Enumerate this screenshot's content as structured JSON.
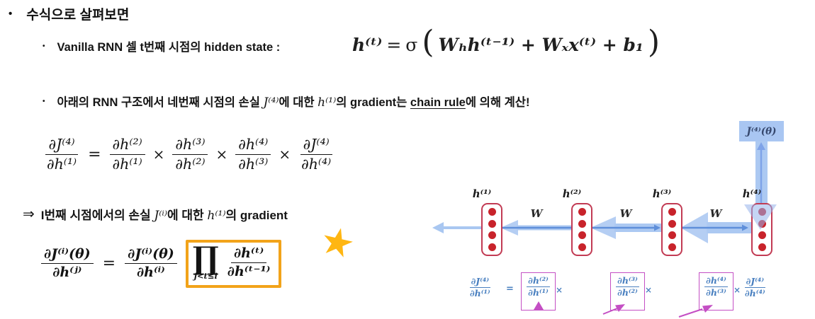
{
  "title": {
    "bullet": "•",
    "text": "수식으로 살펴보면"
  },
  "line1": {
    "bullet": "•",
    "text": "Vanilla RNN 셀 t번째 시점의 hidden state :"
  },
  "hidden_formula": {
    "lhs": "h⁽ᵗ⁾",
    "eq": "=",
    "sigma": "σ",
    "lparen": "(",
    "body": "Wₕh⁽ᵗ⁻¹⁾ + Wₓx⁽ᵗ⁾ + b₁",
    "rparen": ")"
  },
  "line2": {
    "bullet": "•",
    "pre": "아래의 RNN 구조에서 네번째 시점의 손실 ",
    "math_j": "J⁽⁴⁾",
    "mid1": "에 대한 ",
    "math_h": "h⁽¹⁾",
    "mid2": "의 gradient는 ",
    "underline": "chain rule",
    "post": "에 의해 계산!"
  },
  "chain_formula": {
    "lhs": {
      "num": "∂J⁽⁴⁾",
      "den": "∂h⁽¹⁾"
    },
    "eq": "=",
    "times": "×",
    "terms": [
      {
        "num": "∂h⁽²⁾",
        "den": "∂h⁽¹⁾"
      },
      {
        "num": "∂h⁽³⁾",
        "den": "∂h⁽²⁾"
      },
      {
        "num": "∂h⁽⁴⁾",
        "den": "∂h⁽³⁾"
      },
      {
        "num": "∂J⁽⁴⁾",
        "den": "∂h⁽⁴⁾"
      }
    ]
  },
  "line3": {
    "arrow": "⇒",
    "pre": "I번째 시점에서의 손실 ",
    "math_j": "J⁽ⁱ⁾",
    "mid": "에 대한 ",
    "math_h": "h⁽¹⁾",
    "post": "의 gradient"
  },
  "general_formula": {
    "lhs": {
      "num": "∂J⁽ⁱ⁾(θ)",
      "den": "∂h⁽ʲ⁾"
    },
    "eq": "=",
    "rhs": {
      "num": "∂J⁽ⁱ⁾(θ)",
      "den": "∂h⁽ⁱ⁾"
    },
    "product": {
      "symbol": "∏",
      "limits": "j<t≤i",
      "frac": {
        "num": "∂h⁽ᵗ⁾",
        "den": "∂h⁽ᵗ⁻¹⁾"
      }
    },
    "star": "★",
    "highlight_color": "#f2a31a",
    "star_color": "#ffb612"
  },
  "diagram": {
    "loss_label": "J⁽⁴⁾(θ)",
    "node_labels": [
      "h⁽¹⁾",
      "h⁽²⁾",
      "h⁽³⁾",
      "h⁽⁴⁾"
    ],
    "weight_labels": [
      "W",
      "W",
      "W"
    ],
    "grad": {
      "lhs": {
        "num": "∂J⁽⁴⁾",
        "den": "∂h⁽¹⁾"
      },
      "eq": "=",
      "times": "×",
      "boxed": [
        {
          "num": "∂h⁽²⁾",
          "den": "∂h⁽¹⁾"
        },
        {
          "num": "∂h⁽³⁾",
          "den": "∂h⁽²⁾"
        },
        {
          "num": "∂h⁽⁴⁾",
          "den": "∂h⁽³⁾"
        }
      ],
      "last": {
        "num": "∂J⁽⁴⁾",
        "den": "∂h⁽⁴⁾"
      }
    },
    "colors": {
      "node_border": "#c23b54",
      "dot_red": "#c8232b",
      "arrow_band_blue": "#9ec0f0",
      "arrow_forward_blue": "#5f8fda",
      "loss_box_fill": "#a9c6f2",
      "magenta_box": "#c44fc4",
      "formula_blue": "#4a80c0"
    }
  }
}
